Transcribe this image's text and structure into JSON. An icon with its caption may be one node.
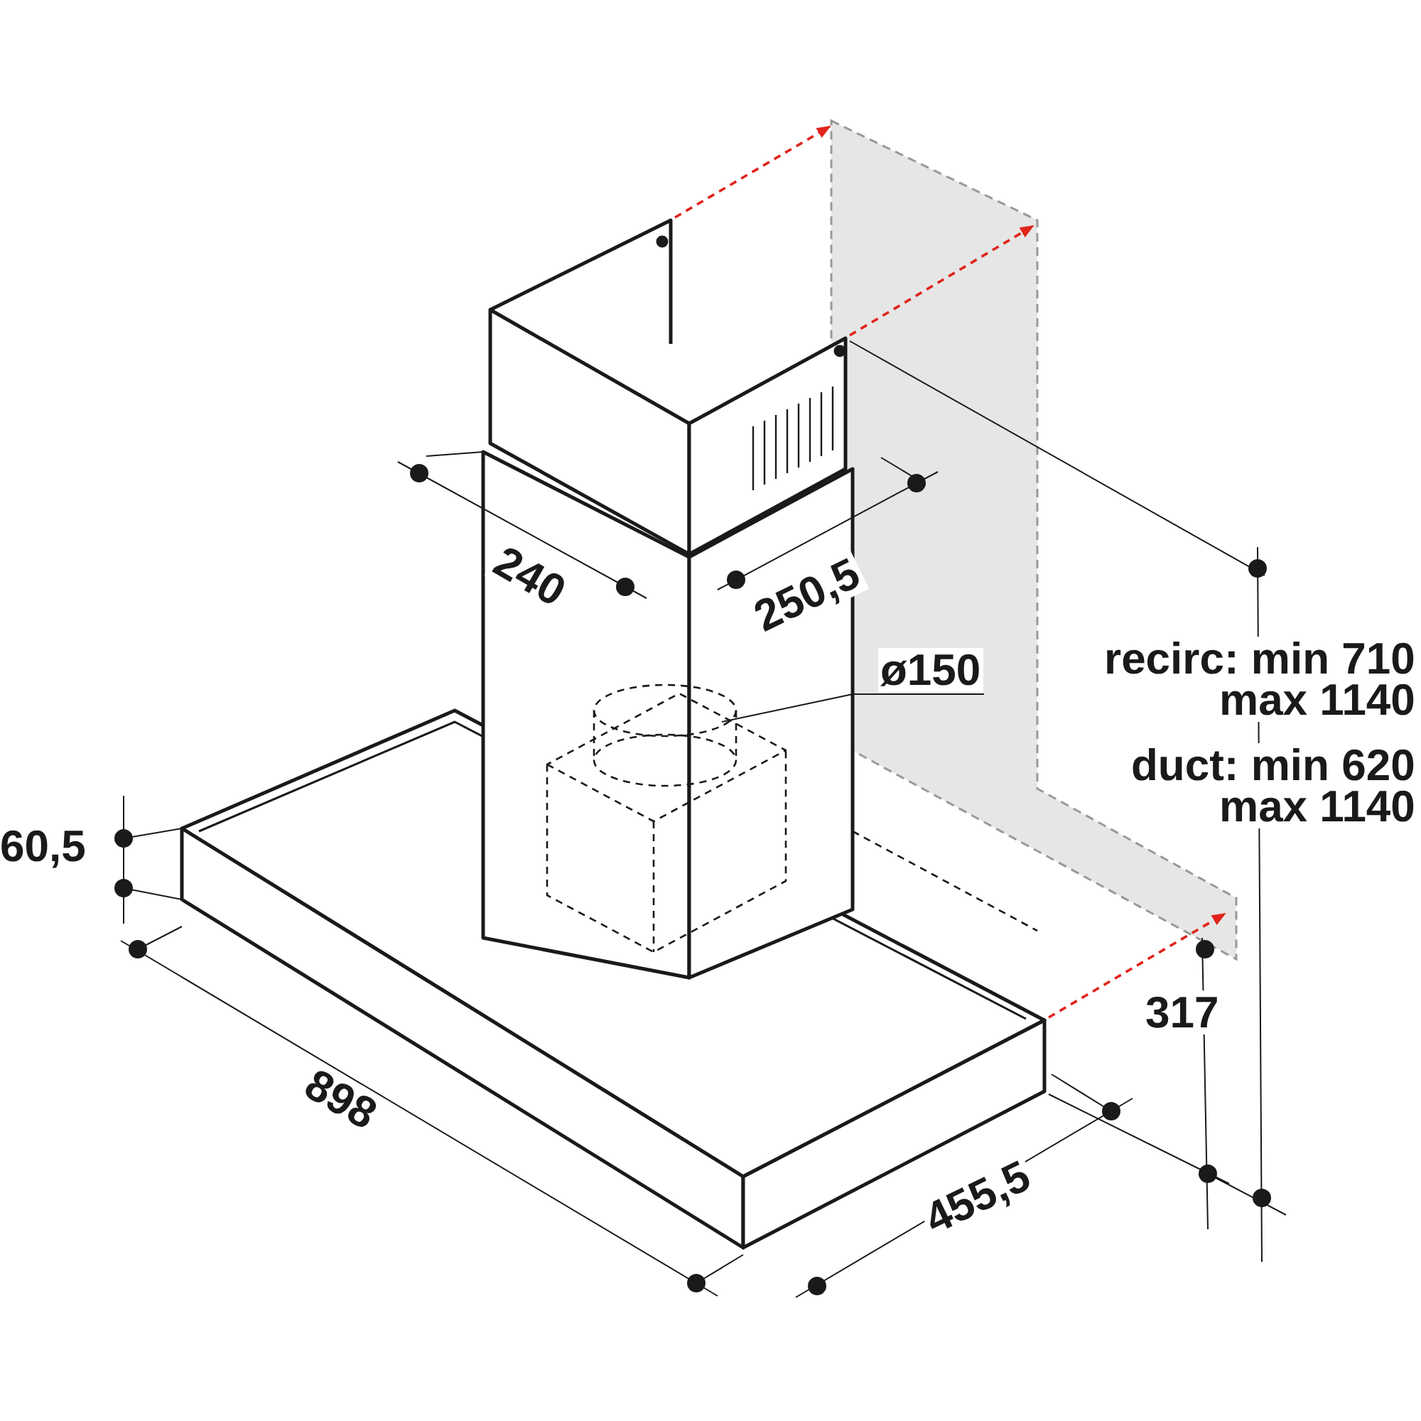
{
  "diagram": {
    "nodes": [
      {
        "text": [
          "ø150"
        ]
      },
      {
        "text": [],
        "shape": "cylinder"
      }
    ],
    "edges": [
      {
        "from": 0,
        "to": 1,
        "arrow": "none"
      }
    ],
    "labels": [
      "240",
      "250,5",
      "recirc: min 710",
      "max 1140",
      "duct: min 620",
      "max 1140",
      "60,5",
      "317",
      "898",
      "455,5"
    ]
  }
}
